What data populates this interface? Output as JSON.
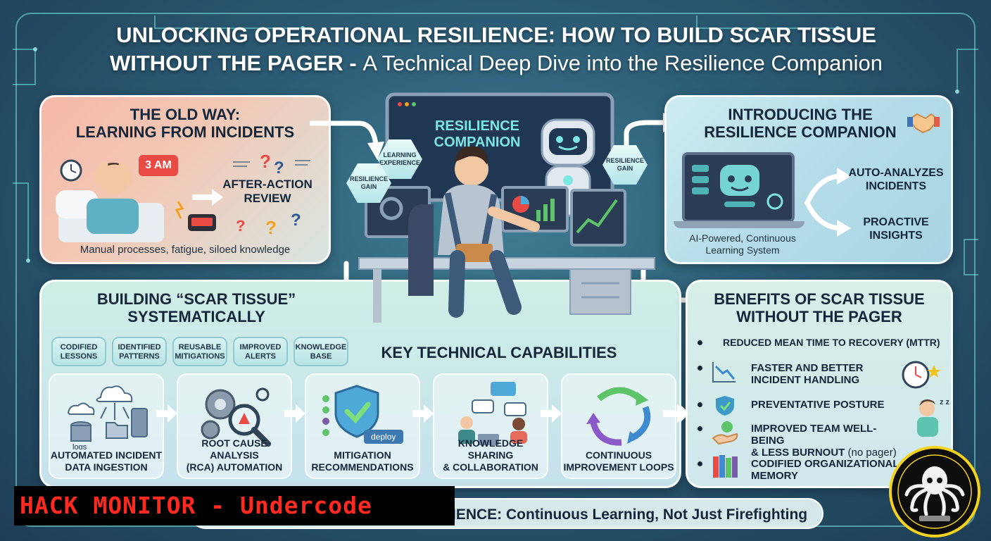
{
  "title": {
    "main": "UNLOCKING OPERATIONAL RESILIENCE: HOW TO BUILD SCAR TISSUE",
    "main2": "WITHOUT THE PAGER -",
    "subtitle": "A Technical Deep Dive into the Resilience Companion"
  },
  "old_way": {
    "heading1": "THE OLD WAY:",
    "heading2": "LEARNING FROM INCIDENTS",
    "alarm": "3 AM",
    "review1": "AFTER-ACTION",
    "review2": "REVIEW",
    "caption": "Manual processes, fatigue, siloed knowledge"
  },
  "center": {
    "screen_title1": "RESILIENCE",
    "screen_title2": "COMPANION",
    "hex_learning1": "LEARNING",
    "hex_learning2": "EXPERIENCE",
    "hex_gain_left1": "RESILIENCE",
    "hex_gain_left2": "GAIN",
    "hex_gain_right1": "RESILIENCE",
    "hex_gain_right2": "GAIN"
  },
  "intro": {
    "heading1": "INTRODUCING THE",
    "heading2": "RESILIENCE COMPANION",
    "caption1": "AI-Powered, Continuous",
    "caption2": "Learning System",
    "feature1_a": "AUTO-ANALYZES",
    "feature1_b": "INCIDENTS",
    "feature2_a": "PROACTIVE",
    "feature2_b": "INSIGHTS"
  },
  "building": {
    "heading1": "BUILDING “SCAR TISSUE”",
    "heading2": "SYSTEMATICALLY",
    "chips": [
      {
        "a": "CODIFIED",
        "b": "LESSONS"
      },
      {
        "a": "IDENTIFIED",
        "b": "PATTERNS"
      },
      {
        "a": "REUSABLE",
        "b": "MITIGATIONS"
      },
      {
        "a": "IMPROVED",
        "b": "ALERTS"
      },
      {
        "a": "KNOWLEDGE",
        "b": "BASE"
      }
    ],
    "capabilities_title": "KEY TECHNICAL CAPABILITIES",
    "capabilities": [
      {
        "a": "AUTOMATED INCIDENT",
        "b": "DATA INGESTION"
      },
      {
        "a": "ROOT CAUSE ANALYSIS",
        "b": "(RCA) AUTOMATION"
      },
      {
        "a": "MITIGATION",
        "b": "RECOMMENDATIONS"
      },
      {
        "a": "KNOWLEDGE SHARING",
        "b": "& COLLABORATION"
      },
      {
        "a": "CONTINUOUS",
        "b": "IMPROVEMENT LOOPS"
      }
    ],
    "logs_label": "logs",
    "deploy_label": "deploy"
  },
  "benefits": {
    "heading1": "BENEFITS OF SCAR TISSUE",
    "heading2": "WITHOUT THE PAGER",
    "items": [
      {
        "a": "REDUCED MEAN TIME TO RECOVERY (MTTR)",
        "b": ""
      },
      {
        "a": "FASTER AND BETTER",
        "b": "INCIDENT HANDLING"
      },
      {
        "a": "PREVENTATIVE POSTURE",
        "b": ""
      },
      {
        "a": "IMPROVED TEAM WELL-BEING",
        "b": "& LESS BURNOUT",
        "c": "(no pager)"
      },
      {
        "a": "CODIFIED ORGANIZATIONAL",
        "b": "MEMORY"
      }
    ]
  },
  "footer": {
    "text": "IENCE: Continuous Learning, Not Just Firefighting"
  },
  "watermark": {
    "text": "HACK MONITOR - Undercode"
  },
  "colors": {
    "accent_teal": "#7de5e2",
    "watermark_red": "#ff2a1f",
    "alarm_red": "#e94a44"
  }
}
